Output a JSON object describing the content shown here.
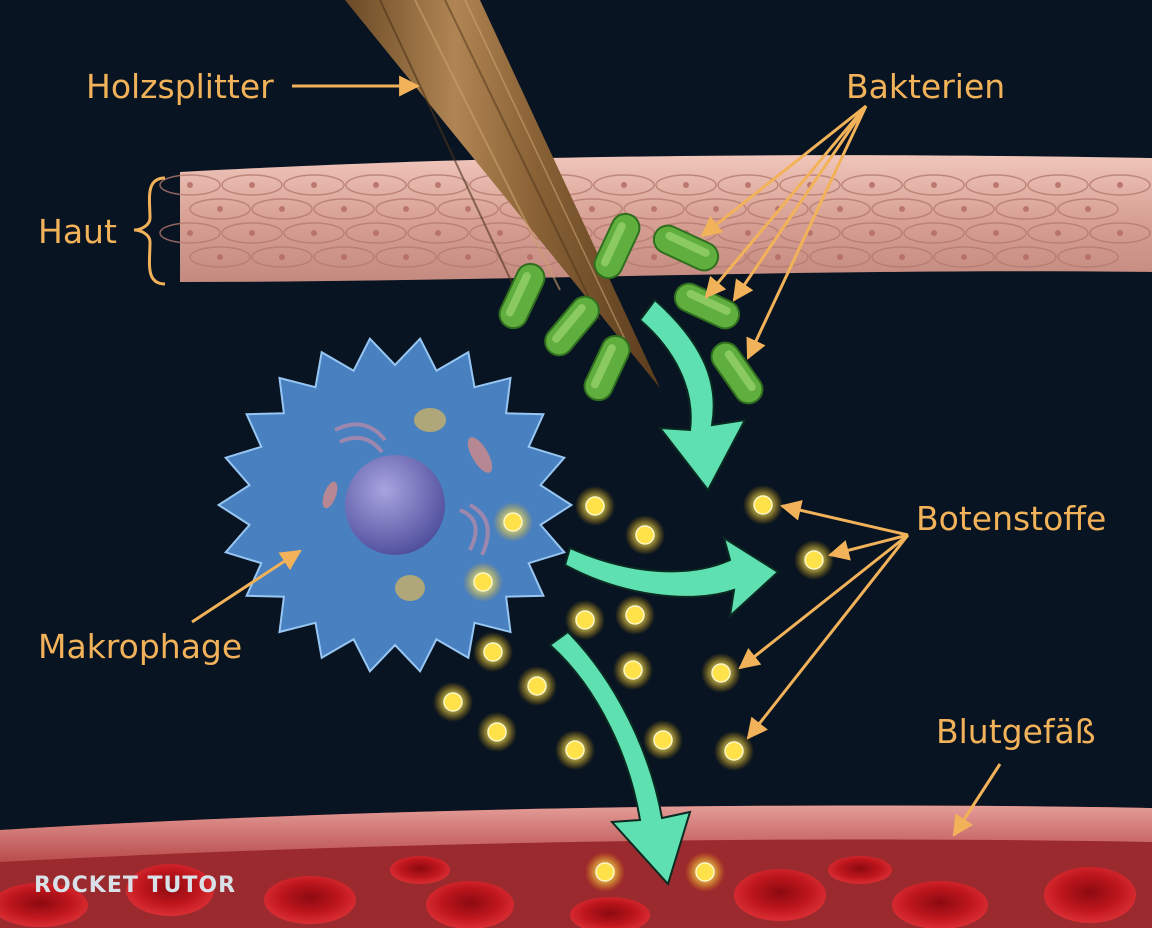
{
  "labels": {
    "splinter": "Holzsplitter",
    "bacteria": "Bakterien",
    "skin": "Haut",
    "messengers": "Botenstoffe",
    "macrophage": "Makrophage",
    "vessel": "Blutgefäß"
  },
  "logo": "ROCKET TUTOR",
  "colors": {
    "background": "#081421",
    "label": "#f2b25a",
    "skin": "#d9a79c",
    "bacteria": "#5fae3e",
    "messenger": "#ffe24a",
    "flow_arrow": "#5fe0b0",
    "macrophage": "#4d86c8",
    "vessel": "#c94a4a",
    "blood_cell": "#c0161d"
  }
}
